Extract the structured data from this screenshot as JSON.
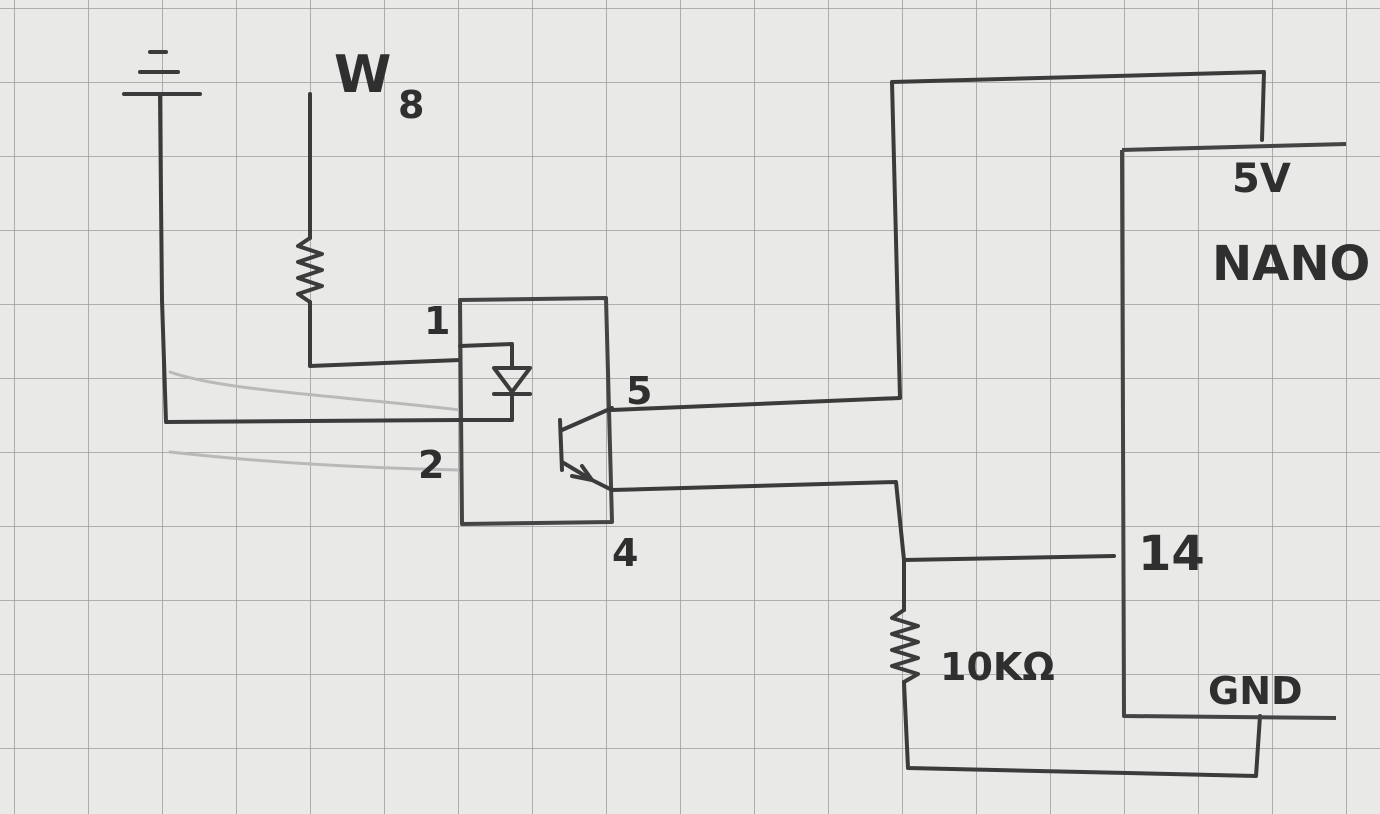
{
  "labels": {
    "supply": "W",
    "supply_sub": "8",
    "pin1": "1",
    "pin2": "2",
    "pin4": "4",
    "pin5": "5",
    "resistor": "10KΩ",
    "pin_5v": "5V",
    "board": "NANO",
    "pin_14": "14",
    "pin_gnd": "GND"
  },
  "colors": {
    "paper": "#e9e9e7",
    "grid": "#9c9c9c",
    "pencil": "#3b3b3b"
  }
}
